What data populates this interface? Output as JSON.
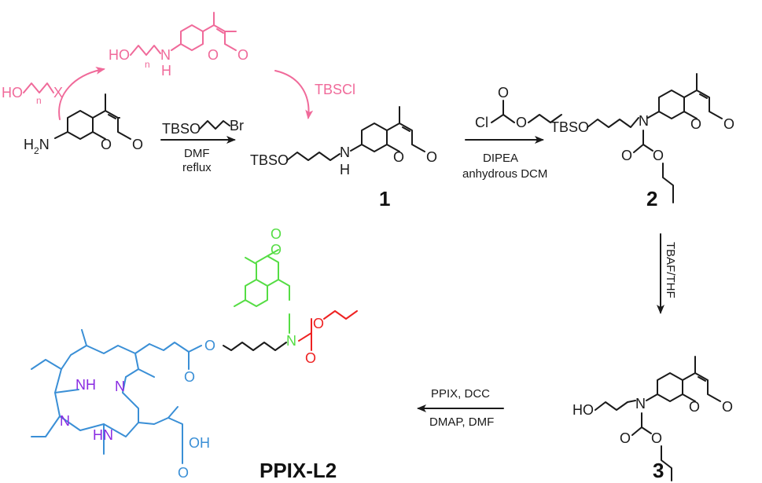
{
  "labels": {
    "pink_ho_x": "HO",
    "pink_x": "X",
    "pink_n_sub": "n",
    "pink_amine_ho": "HO",
    "pink_amine_n": "n",
    "pink_amine_nh": "N",
    "pink_amine_h": "H",
    "pink_tbscl": "TBSCl",
    "sm_h2n": "H",
    "sm_h2n_sub": "2",
    "sm_n": "N",
    "sm_o1": "O",
    "sm_o2": "O",
    "reagent1_tbso": "TBSO",
    "reagent1_br": "Br",
    "cond1_line1": "DMF",
    "cond1_line2": "reflux",
    "c1_tbso": "TBSO",
    "c1_n": "N",
    "c1_h": "H",
    "c1_o1": "O",
    "c1_o2": "O",
    "reagent2_cl": "Cl",
    "reagent2_o1": "O",
    "reagent2_o2": "O",
    "cond2_line1": "DIPEA",
    "cond2_line2": "anhydrous DCM",
    "c2_tbso": "TBSO",
    "c2_n": "N",
    "c2_o1": "O",
    "c2_o2": "O",
    "c2_o3": "O",
    "c2_o4": "O",
    "cond3": "TBAF/THF",
    "c3_ho": "HO",
    "c3_n": "N",
    "c3_o1": "O",
    "c3_o2": "O",
    "c3_o3": "O",
    "c3_o4": "O",
    "cond4_line1": "PPIX, DCC",
    "cond4_line2": "DMAP, DMF",
    "pp_o_lactone1": "O",
    "pp_o_lactone2": "O",
    "pp_n_amide": "N",
    "pp_o_carb1": "O",
    "pp_o_carb2": "O",
    "pp_o_ester1": "O",
    "pp_o_ester2": "O",
    "pp_nh1": "NH",
    "pp_n1": "N",
    "pp_n2": "N",
    "pp_hn": "HN",
    "pp_oh": "OH",
    "pp_o_acid": "O"
  },
  "compounds": {
    "c1": "1",
    "c2": "2",
    "c3": "3",
    "final": "PPIX-L2"
  },
  "colors": {
    "pink": "#f06a9a",
    "green": "#55dd44",
    "red": "#ee2222",
    "blue": "#3a8fd6",
    "purple": "#8a2be2"
  }
}
